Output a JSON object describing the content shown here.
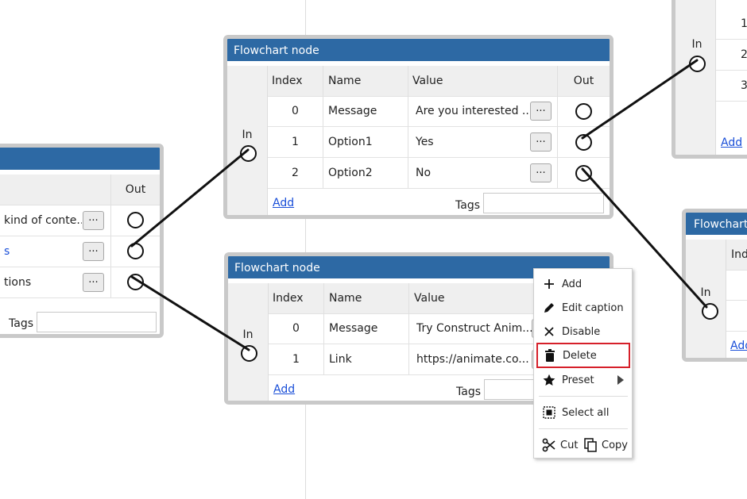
{
  "headers": {
    "index": "Index",
    "name": "Name",
    "value": "Value",
    "out": "Out",
    "in": "In",
    "ind": "Ind"
  },
  "footer": {
    "add": "Add",
    "tags": "Tags"
  },
  "nodes": {
    "node_top": {
      "title": "Flowchart node",
      "rows": [
        {
          "index": "0",
          "name": "Message",
          "value": "Are you interested ...",
          "button": "..."
        },
        {
          "index": "1",
          "name": "Option1",
          "value": "Yes",
          "button": "..."
        },
        {
          "index": "2",
          "name": "Option2",
          "value": "No",
          "button": "..."
        }
      ]
    },
    "node_bottom": {
      "title": "Flowchart node",
      "rows": [
        {
          "index": "0",
          "name": "Message",
          "value": "Try Construct Anim..."
        },
        {
          "index": "1",
          "name": "Link",
          "value": "https://animate.co..."
        }
      ]
    },
    "node_left": {
      "rows": [
        {
          "value": "kind of conte...",
          "button": "..."
        },
        {
          "value": "s",
          "button": "..."
        },
        {
          "value": "tions",
          "button": "..."
        }
      ]
    },
    "node_topright": {
      "rows": [
        {
          "index": "1"
        },
        {
          "index": "2"
        },
        {
          "index": "3"
        }
      ]
    },
    "node_right": {
      "title": "Flowchart"
    }
  },
  "context_menu": {
    "add": "Add",
    "edit_caption": "Edit caption",
    "disable": "Disable",
    "delete": "Delete",
    "preset": "Preset",
    "select_all": "Select all",
    "cut": "Cut",
    "copy": "Copy"
  },
  "colors": {
    "title_bar": "#2d69a4",
    "highlight": "#d6202a",
    "link": "#1a4fd8"
  }
}
